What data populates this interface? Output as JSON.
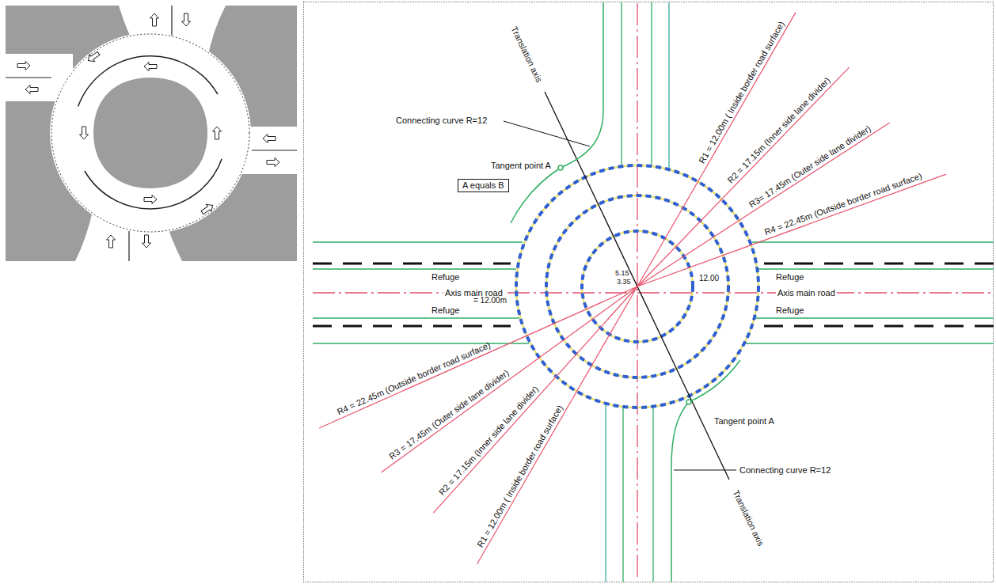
{
  "diagram": {
    "nodes": [
      {
        "text": [
          "A equals B"
        ]
      }
    ],
    "labels": [
      "Translation axis",
      "Connecting curve R=12",
      "Tangent point A",
      "R1 = 12.00m ( Inside border road surface)",
      "R2 = 17.15m (Inner side lane divider)",
      "R3= 17.45m (Outer side lane divider)",
      "R4 = 22.45m (Outside border road surface)",
      "12.00",
      "5.15",
      "3.35",
      "Refuge",
      "Axis main road",
      "Refuge",
      "Refuge",
      "Axis main road",
      "Refuge",
      "= 12.00m",
      "R4 = 22.45m (Outside border road surface)",
      "R3 = 17.45m (Outer side lane divider)",
      "R2 = 17.15m (Inner side lane divider)",
      "R1 = 12.00m ( Inside border road surface)",
      "Tangent point A",
      "Connecting curve R=12",
      "Translation axis"
    ]
  }
}
